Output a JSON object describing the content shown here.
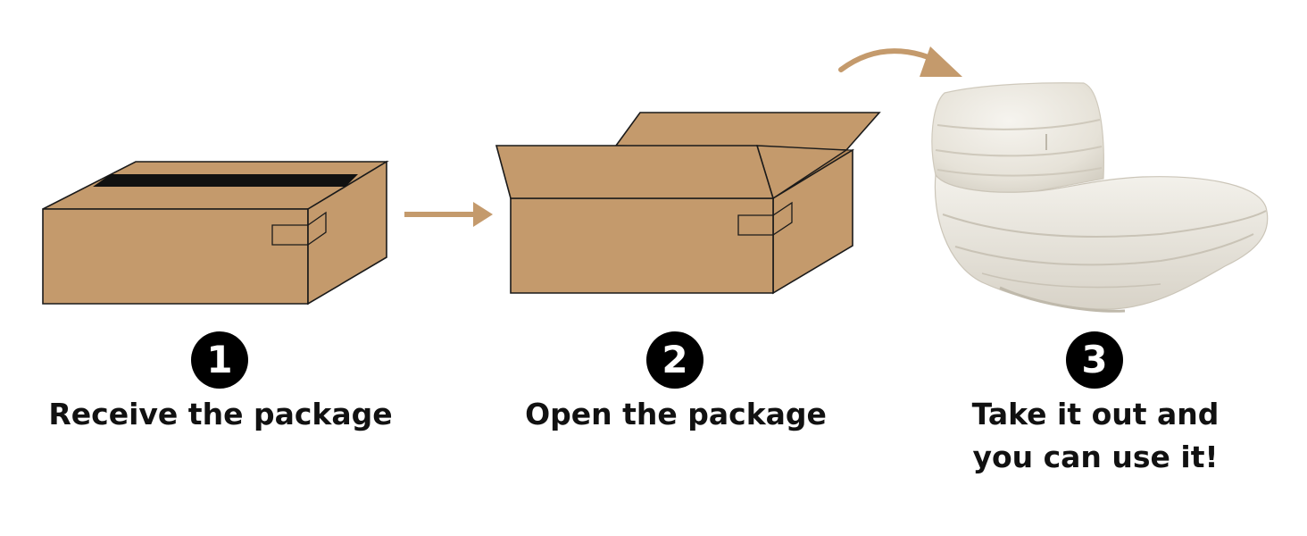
{
  "colors": {
    "cardboard": "#c49a6c",
    "outline": "#1a1a1a",
    "tape": "#111111",
    "arrow": "#c49a6c",
    "chair": "#ebe8e0",
    "badge": "#000000"
  },
  "steps": [
    {
      "number": "1",
      "label_lines": [
        "Receive the package"
      ]
    },
    {
      "number": "2",
      "label_lines": [
        "Open the package"
      ]
    },
    {
      "number": "3",
      "label_lines": [
        "Take it out and",
        "you can use it!"
      ]
    }
  ],
  "illustrations": {
    "step1": "closed-box-icon",
    "step2": "open-box-icon",
    "step3": "lounge-chair-image",
    "between_1_2": "arrow-right-icon",
    "between_2_3": "curved-arrow-icon"
  }
}
